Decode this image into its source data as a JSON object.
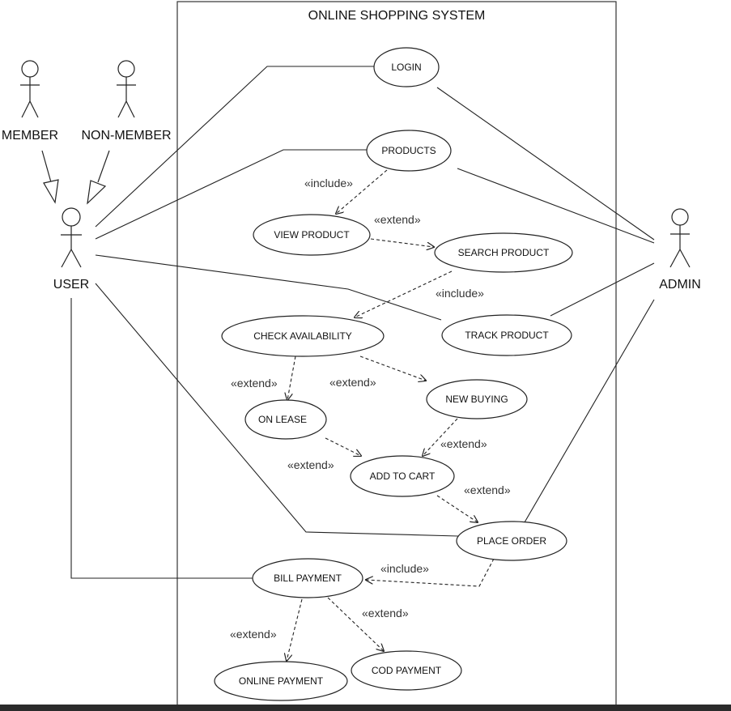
{
  "system": {
    "title": "ONLINE SHOPPING SYSTEM"
  },
  "actors": {
    "member": "MEMBER",
    "non_member": "NON-MEMBER",
    "user": "USER",
    "admin": "ADMIN"
  },
  "use_cases": {
    "login": "LOGIN",
    "products": "PRODUCTS",
    "view_product": "VIEW PRODUCT",
    "search_product": "SEARCH PRODUCT",
    "check_availability": "CHECK AVAILABILITY",
    "track_product": "TRACK PRODUCT",
    "on_lease": "ON LEASE",
    "new_buying": "NEW BUYING",
    "add_to_cart": "ADD TO CART",
    "place_order": "PLACE ORDER",
    "bill_payment": "BILL PAYMENT",
    "online_payment": "ONLINE PAYMENT",
    "cod_payment": "COD PAYMENT"
  },
  "relations": {
    "products_view": "«include»",
    "view_search": "«extend»",
    "search_check": "«include»",
    "check_lease": "«extend»",
    "check_newbuying": "«extend»",
    "newbuying_cart": "«extend»",
    "lease_cart": "«extend»",
    "cart_order": "«extend»",
    "order_bill": "«include»",
    "bill_cod": "«extend»",
    "bill_online": "«extend»"
  }
}
